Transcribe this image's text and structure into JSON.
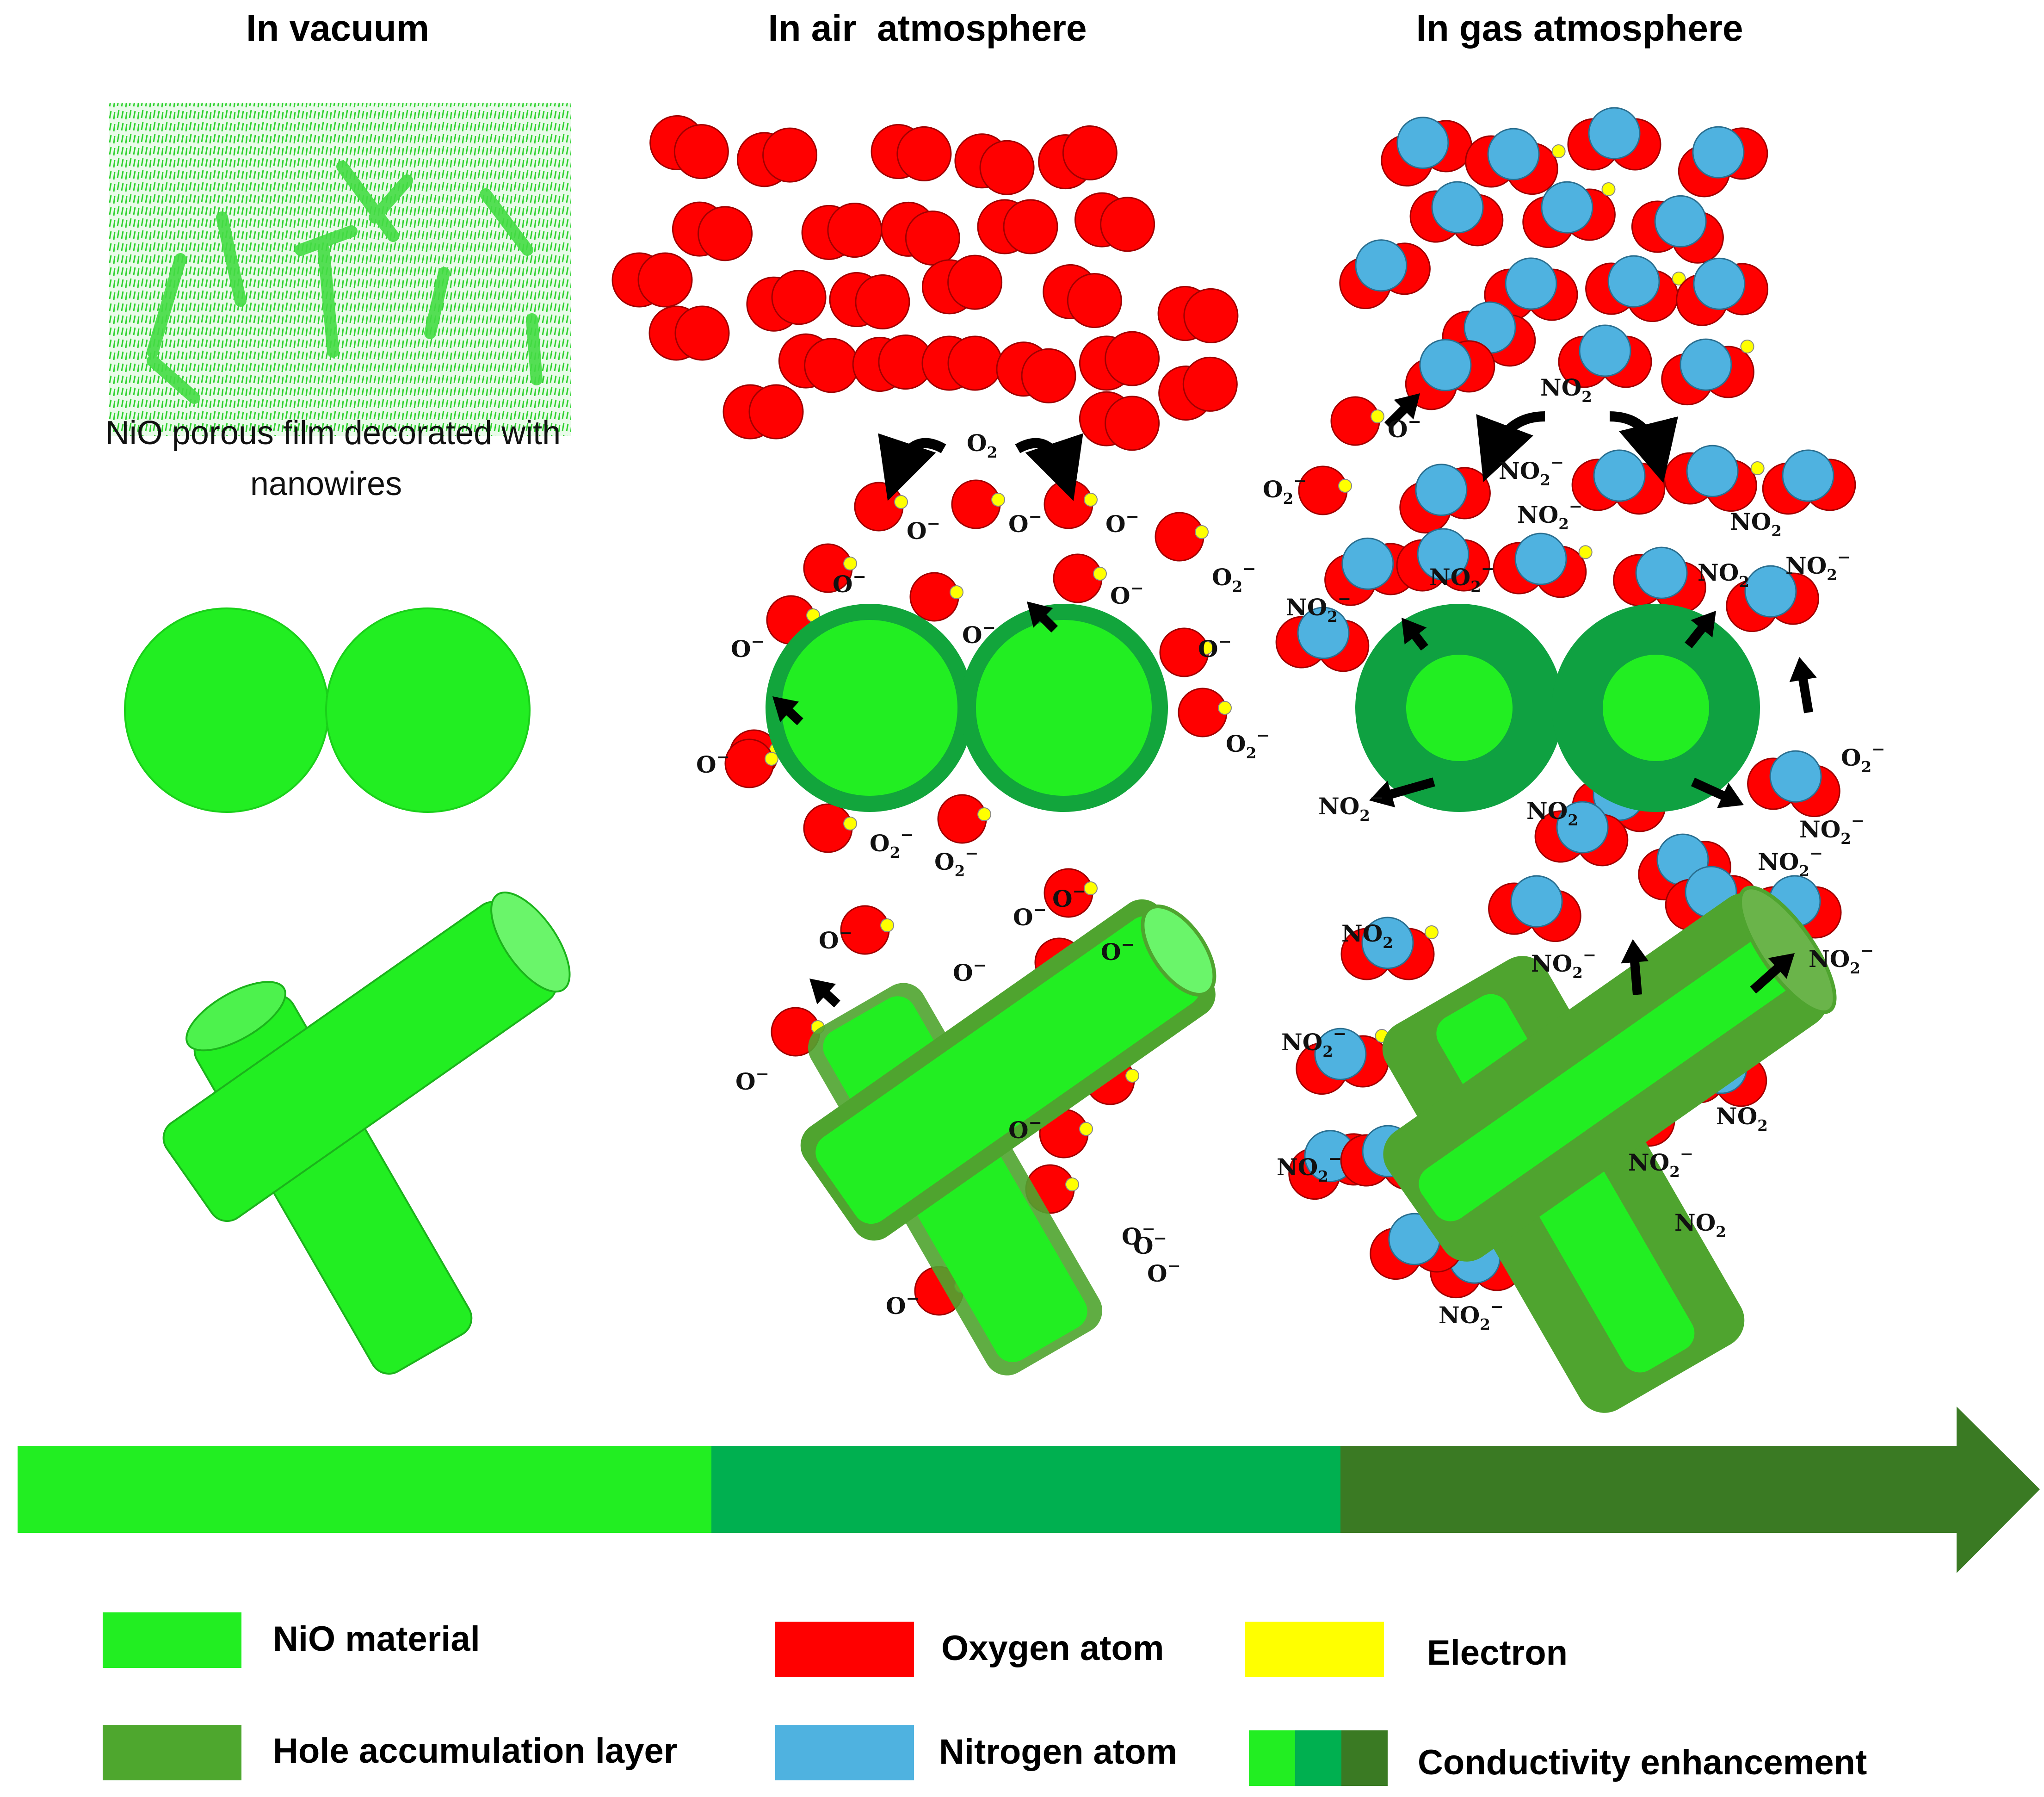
{
  "headers": {
    "vacuum": "In vacuum",
    "air": "In air  atmosphere",
    "gas": "In gas atmosphere"
  },
  "film_caption": {
    "line1": "NiO porous film decorated with",
    "line2": "nanowires"
  },
  "labels": {
    "O2": "O",
    "O2_sub": "2",
    "O_minus": "O",
    "O2_minus": "O",
    "NO2": "NO",
    "NO2_sub": "2",
    "minus": "−"
  },
  "colors": {
    "nio": "#22ee22",
    "nio_edge": "#17c917",
    "shell_air": "#12a53c",
    "shell_gas": "#0fa141",
    "hole_layer": "#4fa42f",
    "oxygen": "#ff0000",
    "nitrogen": "#4fb2e0",
    "electron": "#ffff00",
    "bar1": "#22ee22",
    "bar2": "#00b050",
    "bar3": "#3a7a23"
  },
  "legend": {
    "items": [
      {
        "label": "NiO material",
        "color": "#22ee22"
      },
      {
        "label": "Hole accumulation layer",
        "color": "#4ea72e"
      },
      {
        "label": "Oxygen atom",
        "color": "#ff0000"
      },
      {
        "label": "Nitrogen atom",
        "color": "#4fb2e0"
      },
      {
        "label": "Electron",
        "color": "#ffff00"
      },
      {
        "label": "Conductivity enhancement",
        "colors": [
          "#22ee22",
          "#00b050",
          "#3a7a23"
        ]
      }
    ]
  }
}
